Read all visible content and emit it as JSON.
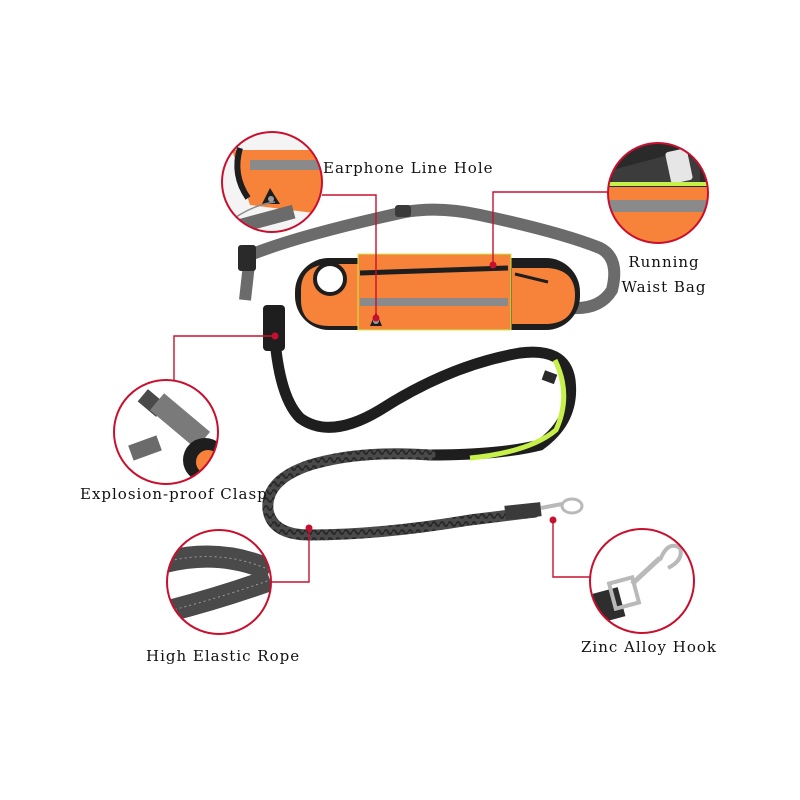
{
  "colors": {
    "callout_red": "#c8102e",
    "orange": "#f7823a",
    "reflective_gray": "#8a8a8a",
    "strap_gray": "#6b6b6b",
    "leash_black": "#1e1e1e",
    "lime": "#c6f04a",
    "background": "#ffffff"
  },
  "callouts": [
    {
      "id": "earphone",
      "label": "Earphone Line Hole",
      "icon": "earphone-hole-closeup"
    },
    {
      "id": "waist-bag",
      "label_line1": "Running",
      "label_line2": "Waist Bag",
      "icon": "phone-in-bag-closeup"
    },
    {
      "id": "clasp",
      "label": "Explosion-proof Clasp",
      "icon": "buckle-closeup"
    },
    {
      "id": "rope",
      "label": "High Elastic Rope",
      "icon": "bungee-rope-closeup"
    },
    {
      "id": "hook",
      "label": "Zinc Alloy Hook",
      "icon": "snap-hook-closeup"
    }
  ]
}
